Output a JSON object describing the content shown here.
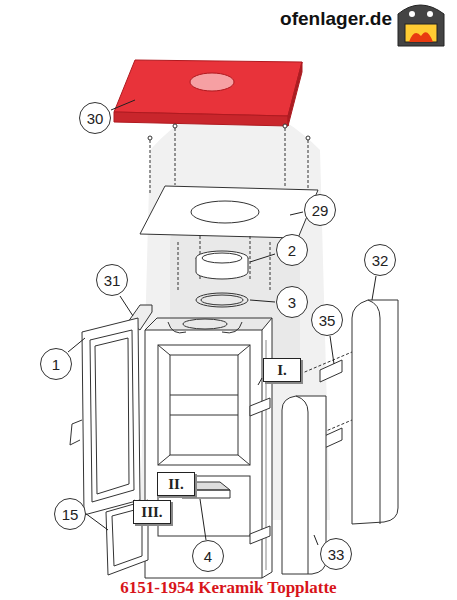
{
  "diagram": {
    "caption": "6151-1954 Keramik Topplatte",
    "nodes": [
      {
        "text": [
          "30"
        ]
      },
      {
        "text": [
          "29"
        ]
      },
      {
        "text": [
          "2"
        ]
      },
      {
        "text": [
          "3"
        ]
      },
      {
        "text": [
          "31"
        ]
      },
      {
        "text": [
          "1"
        ]
      },
      {
        "text": [
          "32"
        ]
      },
      {
        "text": [
          "35"
        ]
      },
      {
        "text": [
          "I."
        ]
      },
      {
        "text": [
          "15"
        ]
      },
      {
        "text": [
          "II."
        ]
      },
      {
        "text": [
          "III."
        ]
      },
      {
        "text": [
          "4"
        ]
      },
      {
        "text": [
          "33"
        ]
      }
    ],
    "labels": [
      "ofenlager.de"
    ]
  }
}
